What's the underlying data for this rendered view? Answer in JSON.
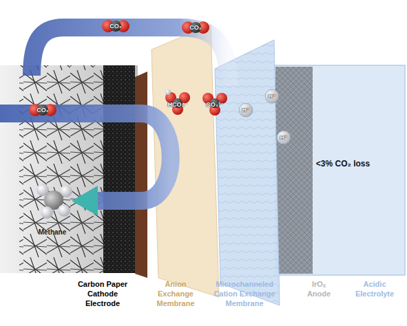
{
  "diagram": {
    "nodes": [
      {
        "text": [
          "Carbon Paper Cathode Electrode"
        ]
      },
      {
        "text": [
          "Anion Exchange Membrane"
        ]
      },
      {
        "text": [
          "Microchanneled Cation Exchange Membrane"
        ]
      },
      {
        "text": [
          "IrOₓ Anode"
        ]
      },
      {
        "text": [
          "Acidic Electrolyte"
        ]
      }
    ],
    "labels": [
      "CO₂",
      "CO₂",
      "CO₂",
      "HCO₃⁻",
      "CO₃²⁻",
      "H⁺",
      "H⁺",
      "H⁺",
      "<3% CO₂ loss",
      "Methane"
    ]
  }
}
